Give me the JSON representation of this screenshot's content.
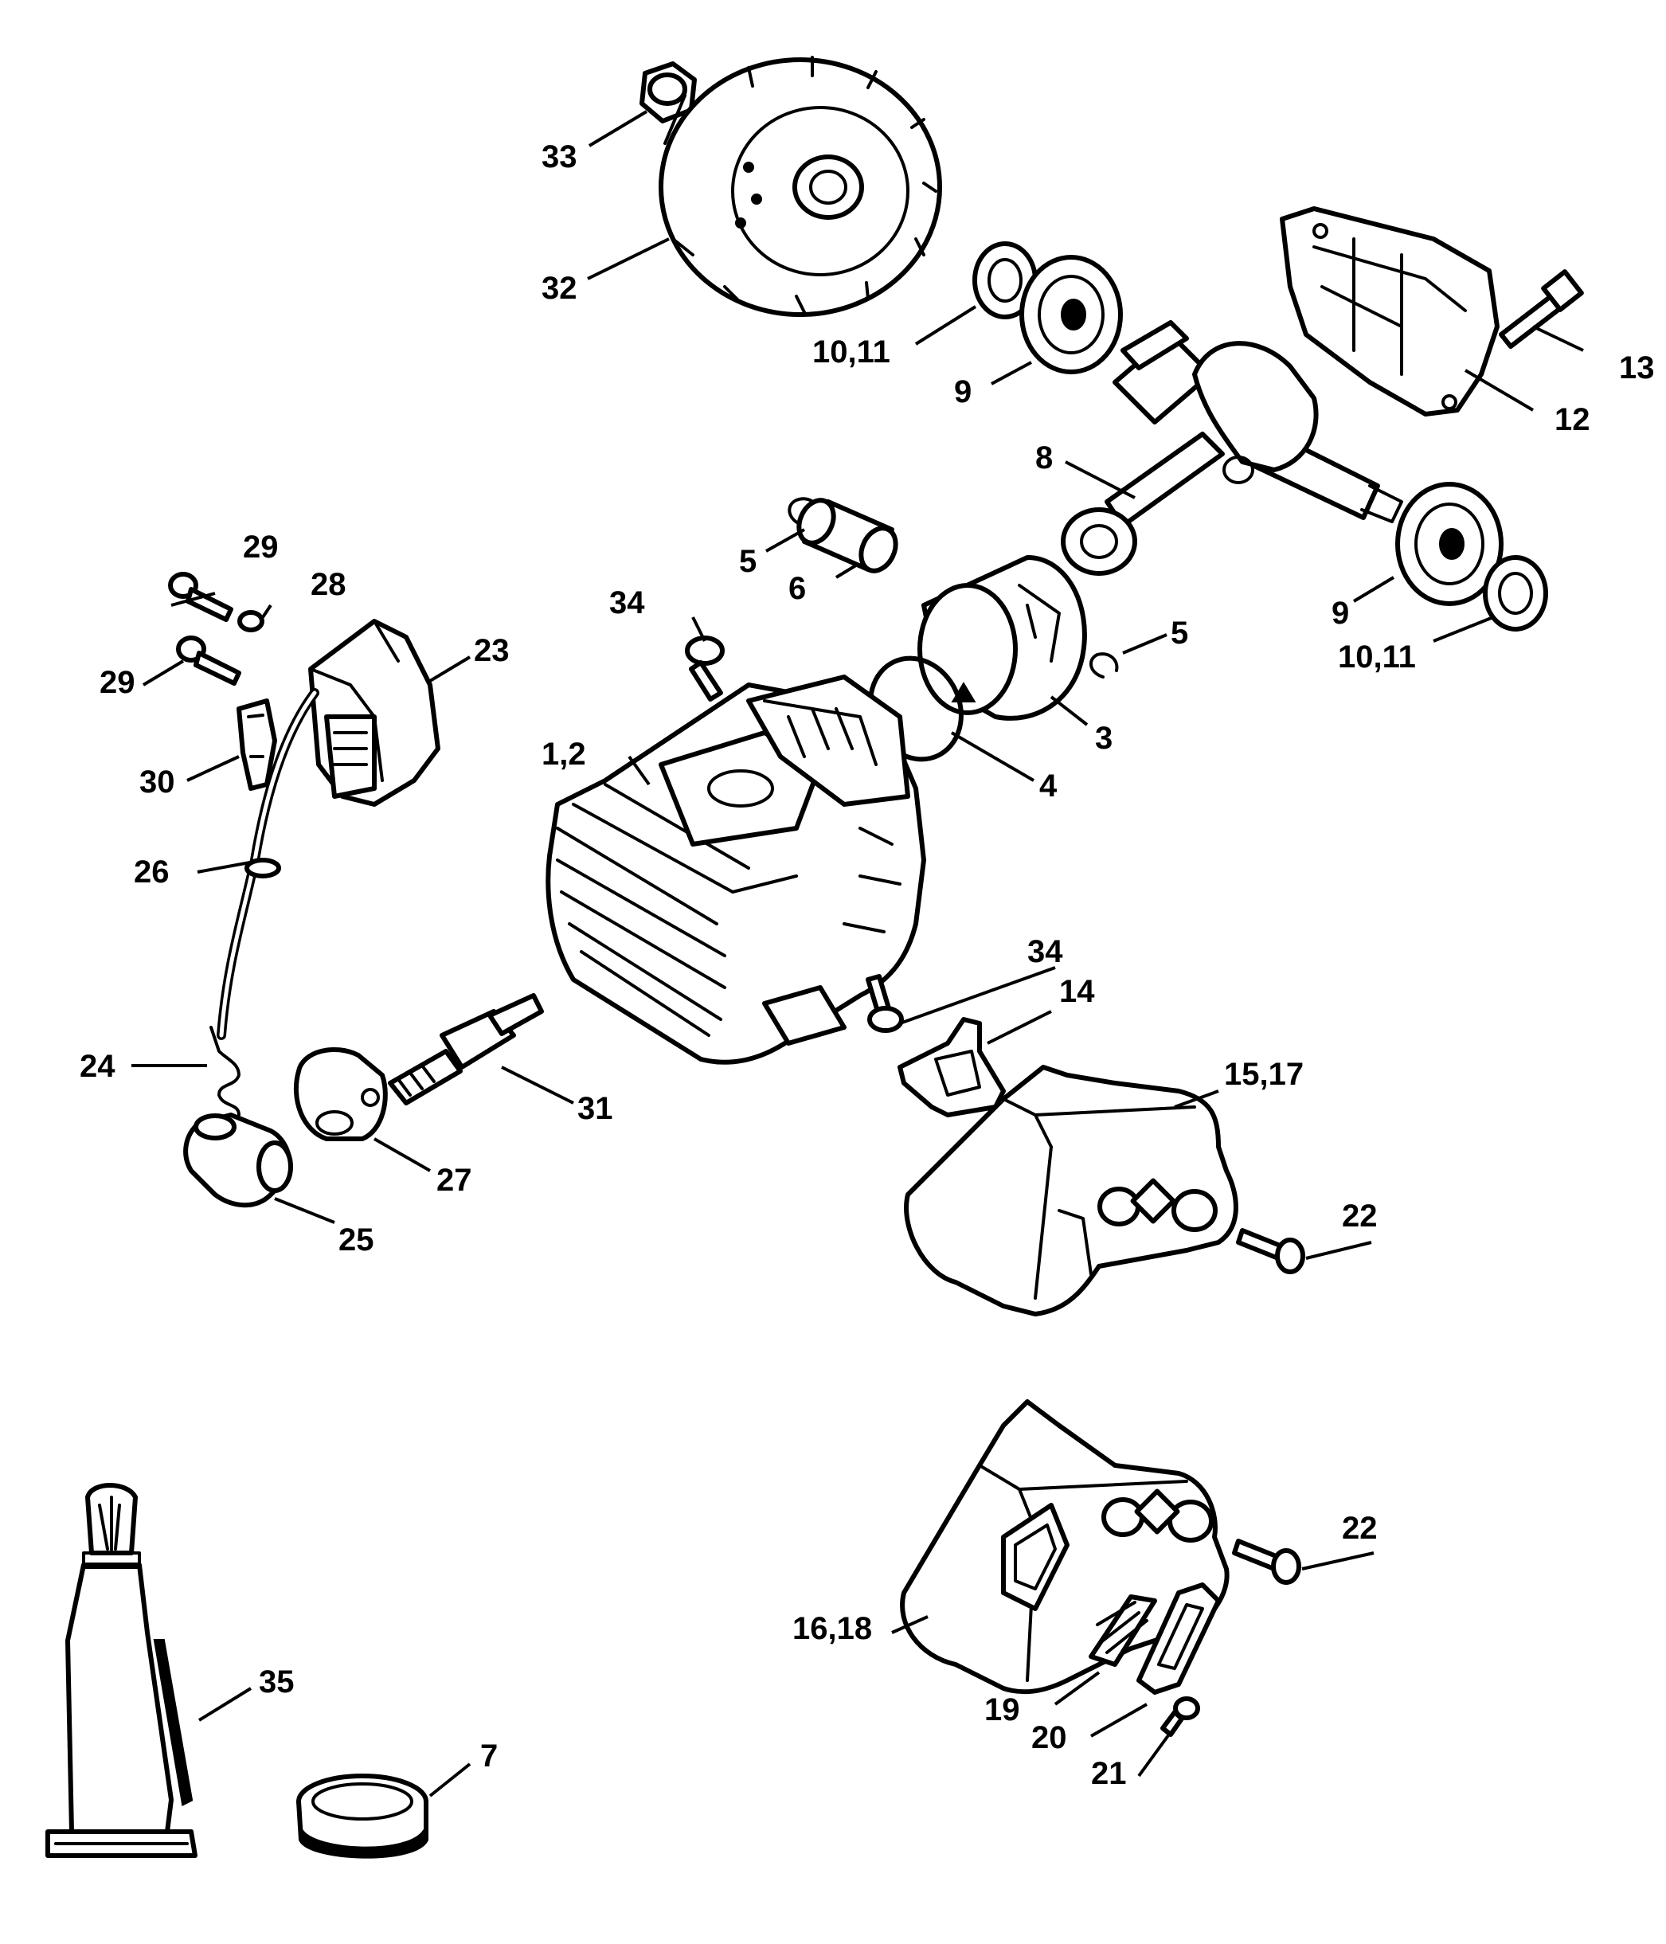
{
  "callouts": [
    {
      "id": "c1-2",
      "label": "1,2"
    },
    {
      "id": "c3",
      "label": "3"
    },
    {
      "id": "c4",
      "label": "4"
    },
    {
      "id": "c5a",
      "label": "5"
    },
    {
      "id": "c5b",
      "label": "5"
    },
    {
      "id": "c6",
      "label": "6"
    },
    {
      "id": "c7",
      "label": "7"
    },
    {
      "id": "c8",
      "label": "8"
    },
    {
      "id": "c9a",
      "label": "9"
    },
    {
      "id": "c9b",
      "label": "9"
    },
    {
      "id": "c10-11a",
      "label": "10,11"
    },
    {
      "id": "c10-11b",
      "label": "10,11"
    },
    {
      "id": "c12",
      "label": "12"
    },
    {
      "id": "c13",
      "label": "13"
    },
    {
      "id": "c14",
      "label": "14"
    },
    {
      "id": "c15-17",
      "label": "15,17"
    },
    {
      "id": "c16-18",
      "label": "16,18"
    },
    {
      "id": "c19",
      "label": "19"
    },
    {
      "id": "c20",
      "label": "20"
    },
    {
      "id": "c21",
      "label": "21"
    },
    {
      "id": "c22a",
      "label": "22"
    },
    {
      "id": "c22b",
      "label": "22"
    },
    {
      "id": "c23",
      "label": "23"
    },
    {
      "id": "c24",
      "label": "24"
    },
    {
      "id": "c25",
      "label": "25"
    },
    {
      "id": "c26",
      "label": "26"
    },
    {
      "id": "c27",
      "label": "27"
    },
    {
      "id": "c28",
      "label": "28"
    },
    {
      "id": "c29a",
      "label": "29"
    },
    {
      "id": "c29b",
      "label": "29"
    },
    {
      "id": "c30",
      "label": "30"
    },
    {
      "id": "c31",
      "label": "31"
    },
    {
      "id": "c32",
      "label": "32"
    },
    {
      "id": "c33",
      "label": "33"
    },
    {
      "id": "c34a",
      "label": "34"
    },
    {
      "id": "c34b",
      "label": "34"
    },
    {
      "id": "c35",
      "label": "35"
    }
  ]
}
